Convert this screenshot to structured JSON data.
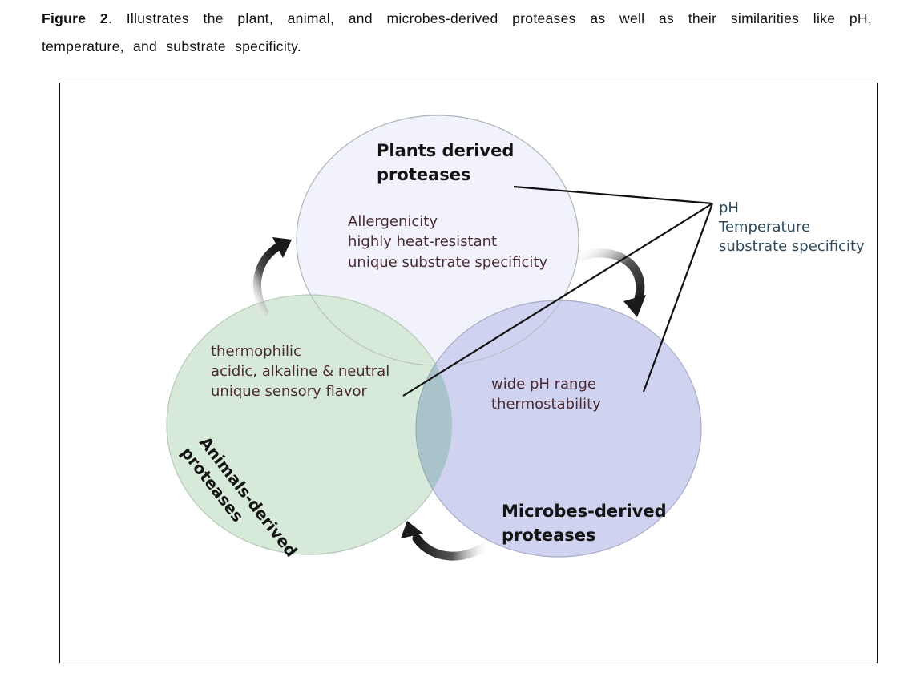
{
  "caption": {
    "label": "Figure 2",
    "text": ". Illustrates the plant, animal, and microbes-derived proteases as well as their similarities like pH, temperature, and substrate specificity."
  },
  "diagram": {
    "circles": {
      "plants": {
        "title_lines": [
          "Plants derived",
          "proteases"
        ],
        "properties": [
          "Allergenicity",
          "highly heat-resistant",
          "unique substrate specificity"
        ],
        "color": "#f1f2fb"
      },
      "animals": {
        "title_lines": [
          "Animals-derived",
          "proteases"
        ],
        "properties": [
          "thermophilic",
          "acidic, alkaline & neutral",
          "unique sensory flavor"
        ],
        "color": "#d5e8d6"
      },
      "microbes": {
        "title_lines": [
          "Microbes-derived",
          "proteases"
        ],
        "properties": [
          "wide pH range",
          "thermostability"
        ],
        "color": "#cdd1ef"
      }
    },
    "overlap_color": "#a9c3cb",
    "similarities": [
      "pH",
      "Temperature",
      "substrate specificity"
    ],
    "cycle_arrows": [
      "animals-to-plants",
      "plants-to-microbes",
      "microbes-to-animals"
    ]
  }
}
